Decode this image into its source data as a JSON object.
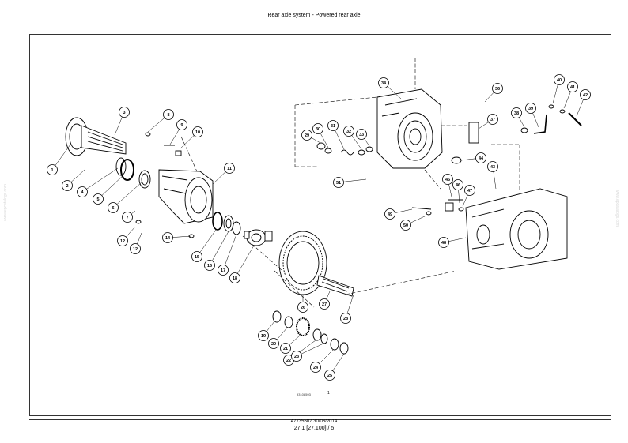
{
  "header": {
    "title": "Rear axle system - Powered rear axle"
  },
  "figure": {
    "reference": "93108593",
    "number": "1",
    "callouts": [
      {
        "id": "c1",
        "label": "1"
      },
      {
        "id": "c2",
        "label": "2"
      },
      {
        "id": "c3",
        "label": "3"
      },
      {
        "id": "c4",
        "label": "4"
      },
      {
        "id": "c5",
        "label": "5"
      },
      {
        "id": "c6",
        "label": "6"
      },
      {
        "id": "c7",
        "label": "7"
      },
      {
        "id": "c8",
        "label": "8"
      },
      {
        "id": "c9",
        "label": "9"
      },
      {
        "id": "c10",
        "label": "10"
      },
      {
        "id": "c11",
        "label": "11"
      },
      {
        "id": "c12a",
        "label": "12"
      },
      {
        "id": "c12b",
        "label": "12"
      },
      {
        "id": "c14",
        "label": "14"
      },
      {
        "id": "c15",
        "label": "15"
      },
      {
        "id": "c16",
        "label": "16"
      },
      {
        "id": "c17",
        "label": "17"
      },
      {
        "id": "c18",
        "label": "18"
      },
      {
        "id": "c19",
        "label": "19"
      },
      {
        "id": "c20",
        "label": "20"
      },
      {
        "id": "c21",
        "label": "21"
      },
      {
        "id": "c22",
        "label": "22"
      },
      {
        "id": "c23",
        "label": "23"
      },
      {
        "id": "c24",
        "label": "24"
      },
      {
        "id": "c25",
        "label": "25"
      },
      {
        "id": "c26",
        "label": "26"
      },
      {
        "id": "c27",
        "label": "27"
      },
      {
        "id": "c28",
        "label": "28"
      },
      {
        "id": "c29",
        "label": "29"
      },
      {
        "id": "c30",
        "label": "30"
      },
      {
        "id": "c31",
        "label": "31"
      },
      {
        "id": "c32",
        "label": "32"
      },
      {
        "id": "c33",
        "label": "33"
      },
      {
        "id": "c34",
        "label": "34"
      },
      {
        "id": "c36",
        "label": "36"
      },
      {
        "id": "c37",
        "label": "37"
      },
      {
        "id": "c38",
        "label": "38"
      },
      {
        "id": "c39",
        "label": "39"
      },
      {
        "id": "c40",
        "label": "40"
      },
      {
        "id": "c41",
        "label": "41"
      },
      {
        "id": "c42",
        "label": "42"
      },
      {
        "id": "c43",
        "label": "43"
      },
      {
        "id": "c44",
        "label": "44"
      },
      {
        "id": "c45",
        "label": "45"
      },
      {
        "id": "c46",
        "label": "46"
      },
      {
        "id": "c47",
        "label": "47"
      },
      {
        "id": "c48",
        "label": "48"
      },
      {
        "id": "c49",
        "label": "49"
      },
      {
        "id": "c50",
        "label": "50"
      },
      {
        "id": "c51",
        "label": "51"
      }
    ]
  },
  "footer": {
    "doc": "47735507 30/06/2014",
    "page": "27.1 [27.100] / 5"
  },
  "watermark": "www.epcatalogs.com",
  "colors": {
    "line": "#000000",
    "frame": "#333333",
    "watermark": "#d8d8d8"
  }
}
